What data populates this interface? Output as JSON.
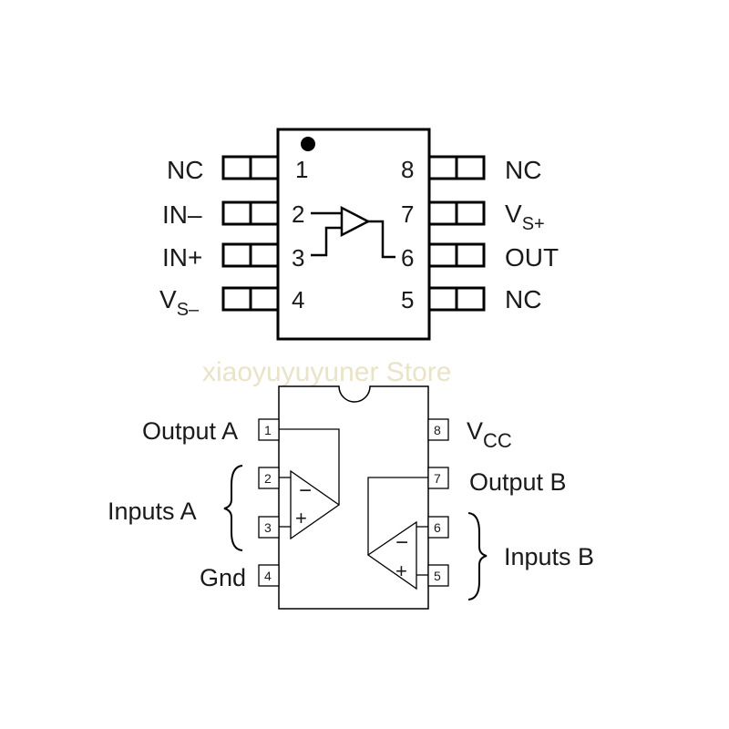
{
  "watermark": "xiaoyuyuyuner Store",
  "top_package": {
    "left_pins": [
      {
        "number": "1",
        "label": "NC"
      },
      {
        "number": "2",
        "label": "IN–"
      },
      {
        "number": "3",
        "label": "IN+"
      },
      {
        "number": "4",
        "label_main": "V",
        "label_sub": "S–"
      }
    ],
    "right_pins": [
      {
        "number": "8",
        "label": "NC"
      },
      {
        "number": "7",
        "label_main": "V",
        "label_sub": "S+"
      },
      {
        "number": "6",
        "label": "OUT"
      },
      {
        "number": "5",
        "label": "NC"
      }
    ]
  },
  "bottom_package": {
    "left_pins": [
      {
        "number": "1",
        "label": "Output A"
      },
      {
        "number": "2"
      },
      {
        "number": "3"
      },
      {
        "number": "4",
        "label": "Gnd"
      }
    ],
    "right_pins": [
      {
        "number": "8",
        "label_main": "V",
        "label_sub": "CC"
      },
      {
        "number": "7",
        "label": "Output B"
      },
      {
        "number": "6"
      },
      {
        "number": "5"
      }
    ],
    "group_labels": {
      "inputs_a": "Inputs A",
      "inputs_b": "Inputs B"
    },
    "opamp_signs": {
      "minus": "−",
      "plus": "+"
    }
  }
}
